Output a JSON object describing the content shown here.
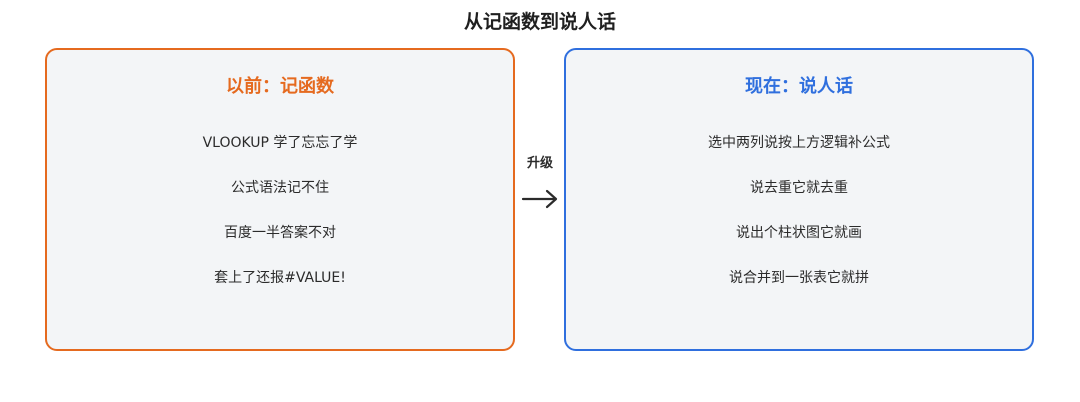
{
  "title": "从记函数到说人话",
  "left_panel": {
    "heading": "以前：记函数",
    "items": [
      "VLOOKUP 学了忘忘了学",
      "公式语法记不住",
      "百度一半答案不对",
      "套上了还报#VALUE!"
    ],
    "border_color": "#e56a1f"
  },
  "connector": {
    "label": "升级",
    "icon": "arrow-right-icon"
  },
  "right_panel": {
    "heading": "现在：说人话",
    "items": [
      "选中两列说按上方逻辑补公式",
      "说去重它就去重",
      "说出个柱状图它就画",
      "说合并到一张表它就拼"
    ],
    "border_color": "#2f6fde"
  }
}
